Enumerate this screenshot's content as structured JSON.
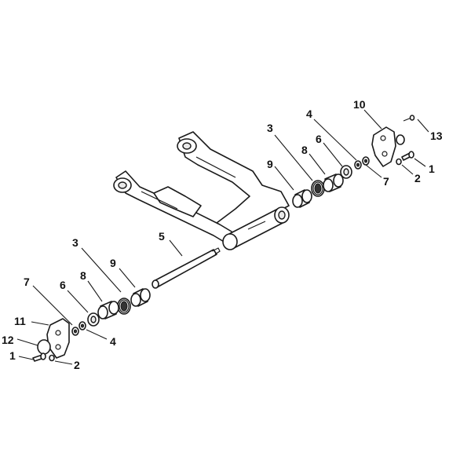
{
  "callouts": {
    "c1_right": "1",
    "c2_right": "2",
    "c3_right": "3",
    "c4_right": "4",
    "c6_right": "6",
    "c7_right": "7",
    "c8_right": "8",
    "c9_right": "9",
    "c10": "10",
    "c13": "13",
    "c5": "5",
    "c3_left": "3",
    "c9_left": "9",
    "c8_left": "8",
    "c6_left": "6",
    "c7_left": "7",
    "c11": "11",
    "c12": "12",
    "c4_left": "4",
    "c1_left": "1",
    "c2_left": "2"
  }
}
